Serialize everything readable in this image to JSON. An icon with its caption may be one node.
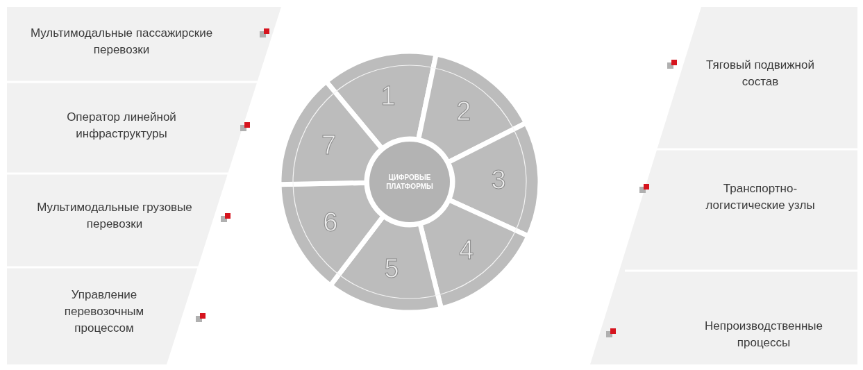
{
  "diagram": {
    "nodes": [
      {
        "text": [
          "Мультимодальные пассажирские перевозки"
        ]
      },
      {
        "text": [
          "Оператор линейной инфраструктуры"
        ]
      },
      {
        "text": [
          "Мультимодальные грузовые перевозки"
        ]
      },
      {
        "text": [
          "Управление перевозочным процессом"
        ]
      },
      {
        "text": [
          "Тяговый подвижной состав"
        ]
      },
      {
        "text": [
          "Транспортно- логистические узлы"
        ]
      },
      {
        "text": [
          "Непроизводственные процессы"
        ]
      },
      {
        "text": [
          "1"
        ]
      },
      {
        "text": [
          "2"
        ]
      },
      {
        "text": [
          "3"
        ]
      },
      {
        "text": [
          "4"
        ]
      },
      {
        "text": [
          "5"
        ]
      },
      {
        "text": [
          "6"
        ]
      },
      {
        "text": [
          "7"
        ]
      },
      {
        "text": [
          "ЦИФРОВЫЕ ПЛАТФОРМЫ"
        ]
      }
    ]
  }
}
